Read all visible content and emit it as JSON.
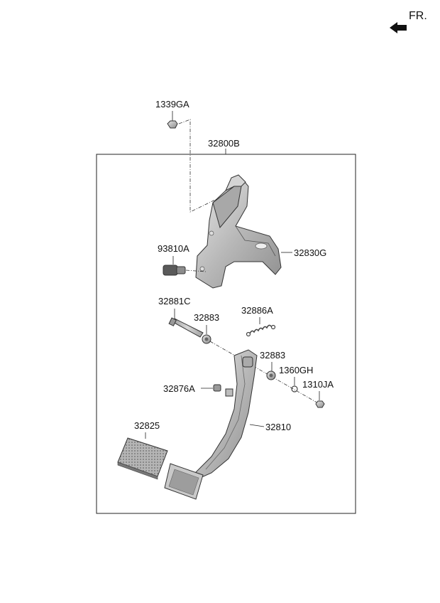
{
  "direction": {
    "label": "FR.",
    "icon": "forward-arrow-icon"
  },
  "assembly_label": "32800B",
  "parts": [
    {
      "id": "p1339GA",
      "label": "1339GA"
    },
    {
      "id": "p93810A",
      "label": "93810A"
    },
    {
      "id": "p32830G",
      "label": "32830G"
    },
    {
      "id": "p32881C",
      "label": "32881C"
    },
    {
      "id": "p32883a",
      "label": "32883"
    },
    {
      "id": "p32886A",
      "label": "32886A"
    },
    {
      "id": "p32883b",
      "label": "32883"
    },
    {
      "id": "p1360GH",
      "label": "1360GH"
    },
    {
      "id": "p1310JA",
      "label": "1310JA"
    },
    {
      "id": "p32876A",
      "label": "32876A"
    },
    {
      "id": "p32825",
      "label": "32825"
    },
    {
      "id": "p32810",
      "label": "32810"
    }
  ],
  "colors": {
    "line": "#222222",
    "part_fill": "#c8c8c8",
    "part_dark": "#8a8a8a",
    "part_light": "#e6e6e6"
  }
}
